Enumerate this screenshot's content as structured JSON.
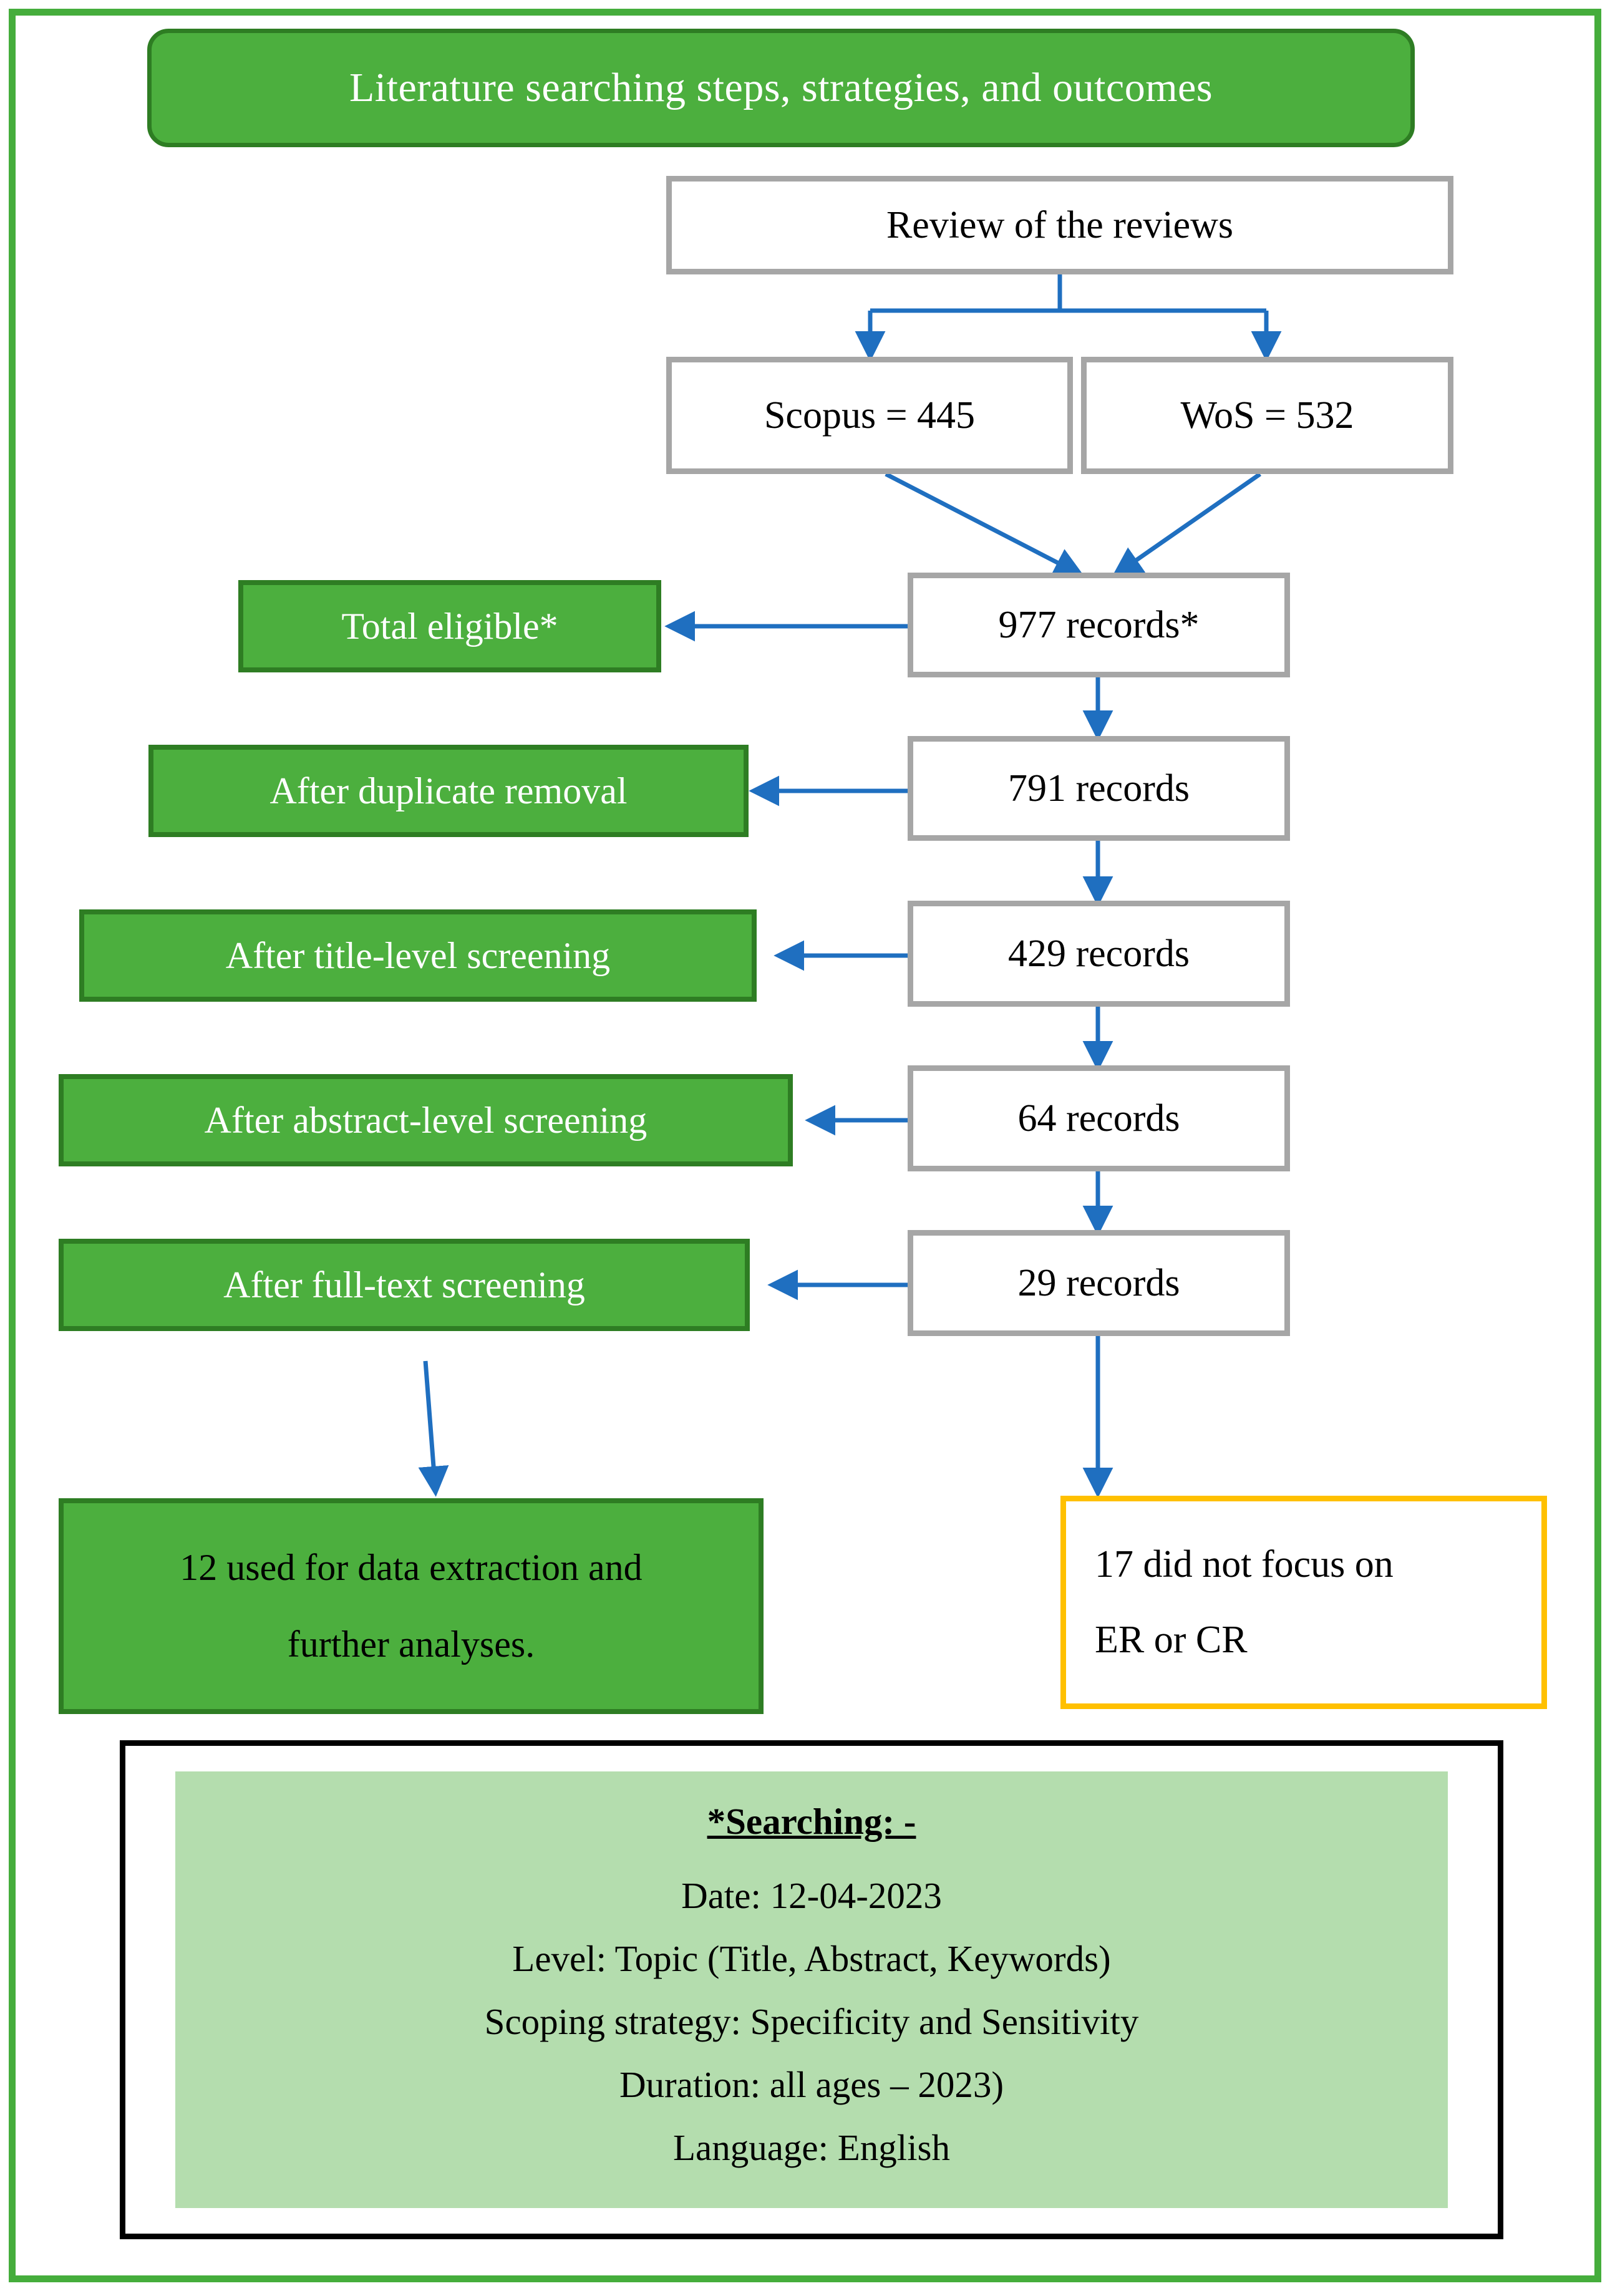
{
  "title": "Literature searching steps, strategies, and outcomes",
  "colors": {
    "frame_green": "#45AD3C",
    "box_green_fill": "#4CAF3E",
    "box_green_border": "#2E7D23",
    "process_border_grey": "#A6A6A6",
    "arrow_blue": "#1F6FC0",
    "exclusion_orange": "#FFC000",
    "legend_light_green": "#B4DDAE",
    "legend_border_black": "#000000"
  },
  "process": {
    "root": "Review of the reviews",
    "sources": [
      {
        "label": "Scopus = 445"
      },
      {
        "label": "WoS = 532"
      }
    ],
    "records": [
      {
        "label": "977 records*"
      },
      {
        "label": "791 records"
      },
      {
        "label": "429 records"
      },
      {
        "label": "64 records"
      },
      {
        "label": "29 records"
      }
    ]
  },
  "stages": [
    {
      "label": "Total eligible*"
    },
    {
      "label": "After duplicate removal"
    },
    {
      "label": "After title-level screening"
    },
    {
      "label": "After abstract-level screening"
    },
    {
      "label": "After full-text screening"
    }
  ],
  "outcome": {
    "line1": "12 used for data extraction and",
    "line2": "further analyses."
  },
  "exclusion": {
    "line1": "17 did not focus on",
    "line2": "ER or CR"
  },
  "legend": {
    "title": "*Searching: -",
    "lines": [
      "Date: 12-04-2023",
      "Level: Topic (Title, Abstract, Keywords)",
      "Scoping strategy: Specificity and Sensitivity",
      "Duration: all ages – 2023)",
      "Language: English"
    ]
  },
  "chart_data": {
    "type": "flowchart",
    "title": "Literature searching steps, strategies, and outcomes",
    "nodes": [
      {
        "id": "root",
        "label": "Review of the reviews",
        "value": null
      },
      {
        "id": "scopus",
        "label": "Scopus = 445",
        "value": 445
      },
      {
        "id": "wos",
        "label": "WoS = 532",
        "value": 532
      },
      {
        "id": "r977",
        "label": "977 records*",
        "value": 977
      },
      {
        "id": "r791",
        "label": "791 records",
        "value": 791
      },
      {
        "id": "r429",
        "label": "429 records",
        "value": 429
      },
      {
        "id": "r64",
        "label": "64 records",
        "value": 64
      },
      {
        "id": "r29",
        "label": "29 records",
        "value": 29
      },
      {
        "id": "excl",
        "label": "17 did not focus on ER or CR",
        "value": 17
      },
      {
        "id": "final",
        "label": "12 used for data extraction and further analyses.",
        "value": 12
      }
    ],
    "edges": [
      {
        "from": "root",
        "to": "scopus"
      },
      {
        "from": "root",
        "to": "wos"
      },
      {
        "from": "scopus",
        "to": "r977"
      },
      {
        "from": "wos",
        "to": "r977"
      },
      {
        "from": "r977",
        "to": "s-total-eligible"
      },
      {
        "from": "r977",
        "to": "r791"
      },
      {
        "from": "r791",
        "to": "s-after-duplicate-removal"
      },
      {
        "from": "r791",
        "to": "r429"
      },
      {
        "from": "r429",
        "to": "s-after-title-level-screening"
      },
      {
        "from": "r429",
        "to": "r64"
      },
      {
        "from": "r64",
        "to": "s-after-abstract-level-screening"
      },
      {
        "from": "r64",
        "to": "r29"
      },
      {
        "from": "r29",
        "to": "s-after-full-text-screening"
      },
      {
        "from": "r29",
        "to": "excl"
      },
      {
        "from": "s-after-full-text-screening",
        "to": "final"
      }
    ]
  }
}
